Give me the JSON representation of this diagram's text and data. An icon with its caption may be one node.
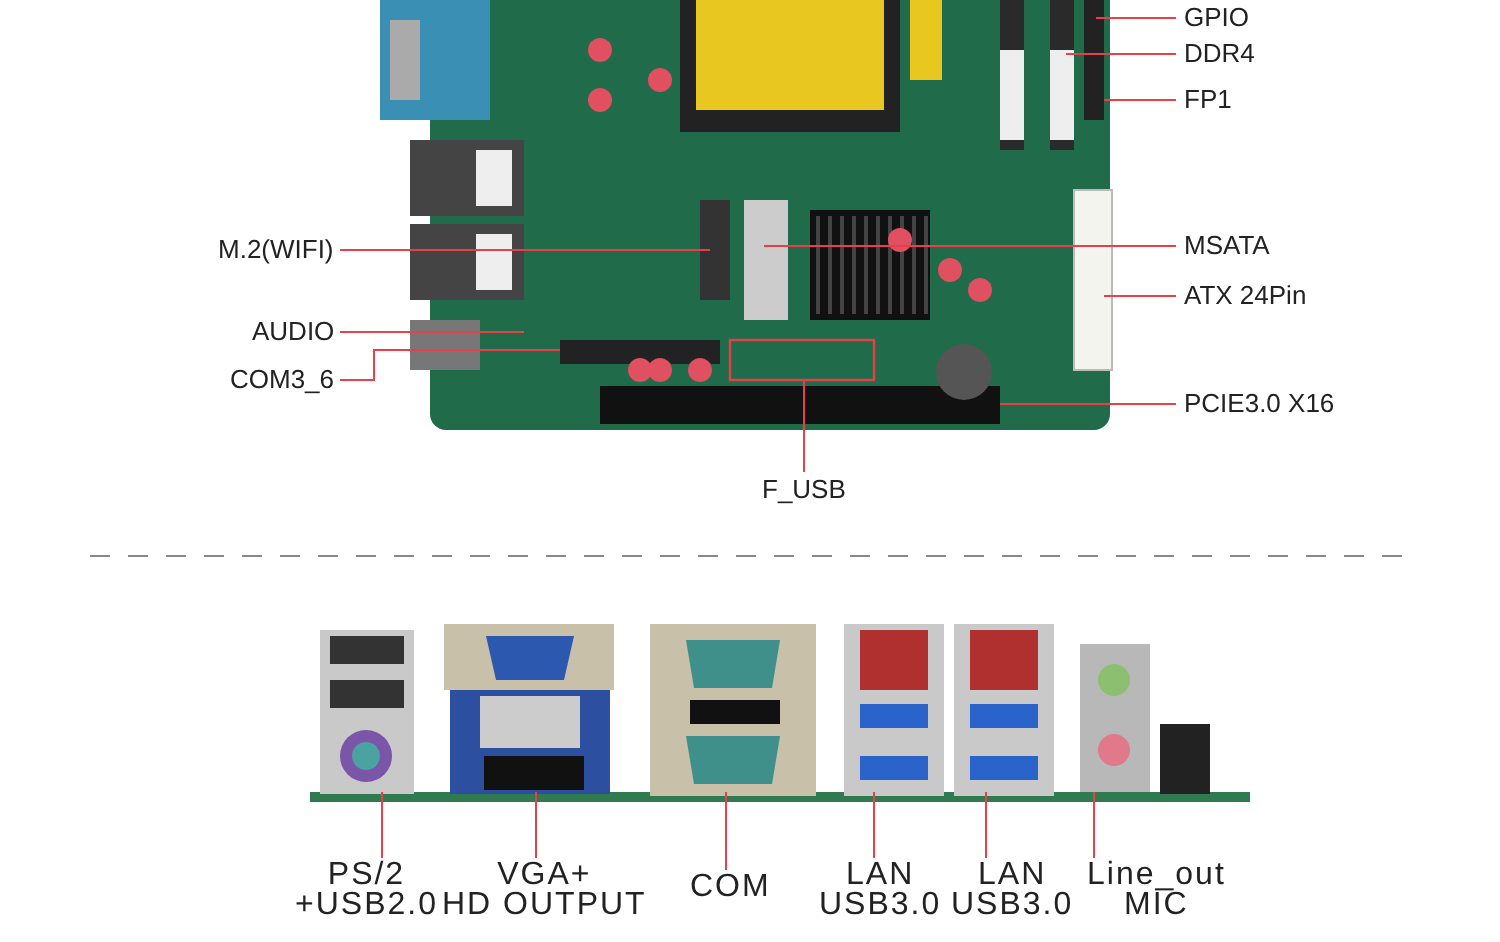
{
  "diagram": {
    "nodes": [
      {
        "text": [
          "GPIO"
        ]
      },
      {
        "text": [
          "DDR4"
        ]
      },
      {
        "text": [
          "FP1"
        ]
      },
      {
        "text": [
          "M.2(WIFI)"
        ]
      },
      {
        "text": [
          "MSATA"
        ]
      },
      {
        "text": [
          "ATX 24Pin"
        ]
      },
      {
        "text": [
          "AUDIO"
        ]
      },
      {
        "text": [
          "COM3_6"
        ]
      },
      {
        "text": [
          "PCIE3.0 X16"
        ]
      },
      {
        "text": [
          "F_USB"
        ]
      },
      {
        "text": [
          "PS/2 +USB2.0"
        ]
      },
      {
        "text": [
          "VGA+ HD OUTPUT"
        ]
      },
      {
        "text": [
          "COM"
        ]
      },
      {
        "text": [
          "LAN USB3.0"
        ]
      },
      {
        "text": [
          "LAN USB3.0"
        ]
      },
      {
        "text": [
          "Line_out MIC"
        ]
      },
      {
        "text": [],
        "shape": "box"
      }
    ],
    "edges": [
      {
        "from": 0,
        "to": null,
        "arrow": "none"
      },
      {
        "from": 1,
        "to": null,
        "arrow": "none"
      },
      {
        "from": 2,
        "to": null,
        "arrow": "none"
      },
      {
        "from": 3,
        "to": null,
        "arrow": "none"
      },
      {
        "from": 4,
        "to": null,
        "arrow": "none"
      },
      {
        "from": 5,
        "to": null,
        "arrow": "none"
      },
      {
        "from": 6,
        "to": null,
        "arrow": "none"
      },
      {
        "from": 7,
        "to": null,
        "arrow": "none"
      },
      {
        "from": 8,
        "to": null,
        "arrow": "none"
      },
      {
        "from": 9,
        "to": 16,
        "arrow": "none"
      },
      {
        "from": 10,
        "to": null,
        "arrow": "none"
      },
      {
        "from": 11,
        "to": null,
        "arrow": "none"
      },
      {
        "from": 12,
        "to": null,
        "arrow": "none"
      },
      {
        "from": 13,
        "to": null,
        "arrow": "none"
      },
      {
        "from": 14,
        "to": null,
        "arrow": "none"
      },
      {
        "from": 15,
        "to": null,
        "arrow": "none"
      }
    ]
  }
}
